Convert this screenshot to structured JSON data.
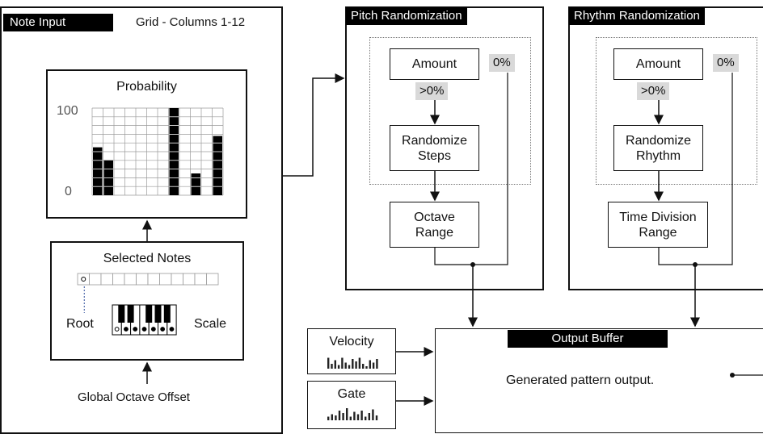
{
  "note_input": {
    "title": "Note Input",
    "grid_label": "Grid - Columns 1-12",
    "probability": {
      "title": "Probability",
      "axis_max": "100",
      "axis_min": "0",
      "bar_levels": [
        0.55,
        0.4,
        0,
        0,
        0,
        0,
        0,
        1.0,
        0,
        0.25,
        0,
        0.68
      ]
    },
    "selected_notes": {
      "title": "Selected Notes",
      "root_label": "Root",
      "scale_label": "Scale"
    },
    "global_octave_offset": "Global Octave Offset"
  },
  "pitch_randomization": {
    "title": "Pitch Randomization",
    "amount": "Amount",
    "amount_value": "0%",
    "threshold": ">0%",
    "randomize": "Randomize\nSteps",
    "range": "Octave\nRange"
  },
  "rhythm_randomization": {
    "title": "Rhythm Randomization",
    "amount": "Amount",
    "amount_value": "0%",
    "threshold": ">0%",
    "randomize": "Randomize\nRhythm",
    "range": "Time Division\nRange"
  },
  "velocity": {
    "label": "Velocity"
  },
  "gate": {
    "label": "Gate"
  },
  "output_buffer": {
    "title": "Output Buffer",
    "description": "Generated pattern output."
  }
}
